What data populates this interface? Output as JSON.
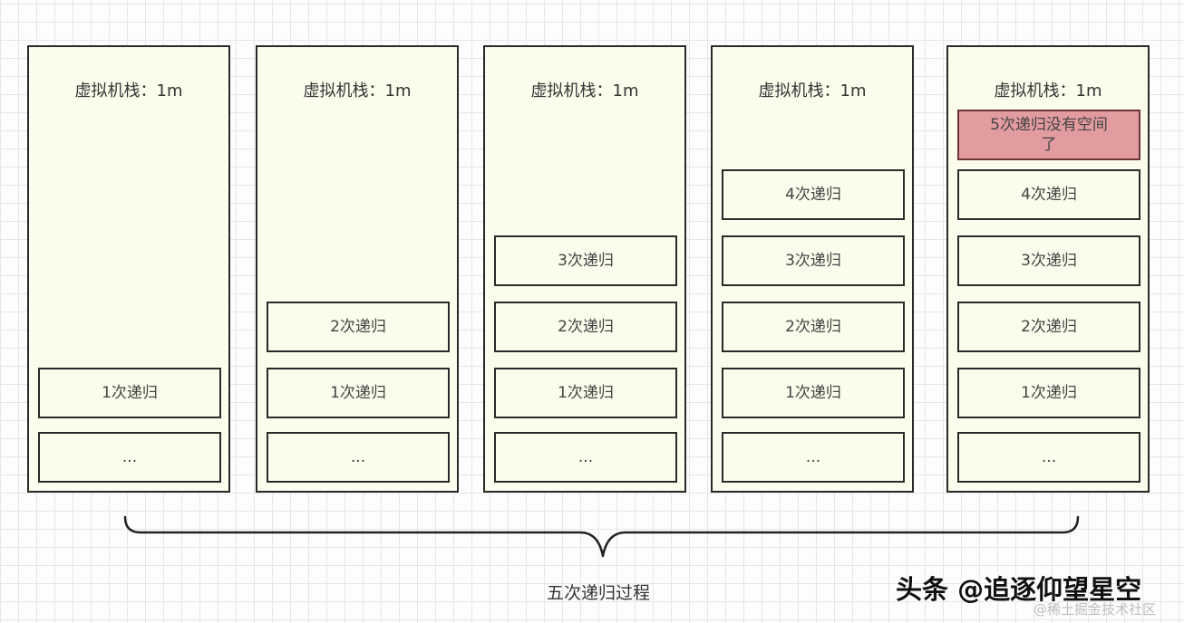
{
  "stack_title": "虚拟机栈：1m",
  "frames": {
    "ellipsis": "...",
    "r1": "1次递归",
    "r2": "2次递归",
    "r3": "3次递归",
    "r4": "4次递归",
    "r5": "5次递归没有空间了"
  },
  "caption": "五次递归过程",
  "watermark": {
    "main": "头条 @追逐仰望星空",
    "sub": "@稀土掘金技术社区"
  },
  "colors": {
    "stack_fill": "#fcfcec",
    "overflow_fill": "#e29b9f",
    "border": "#2a2a2a"
  }
}
